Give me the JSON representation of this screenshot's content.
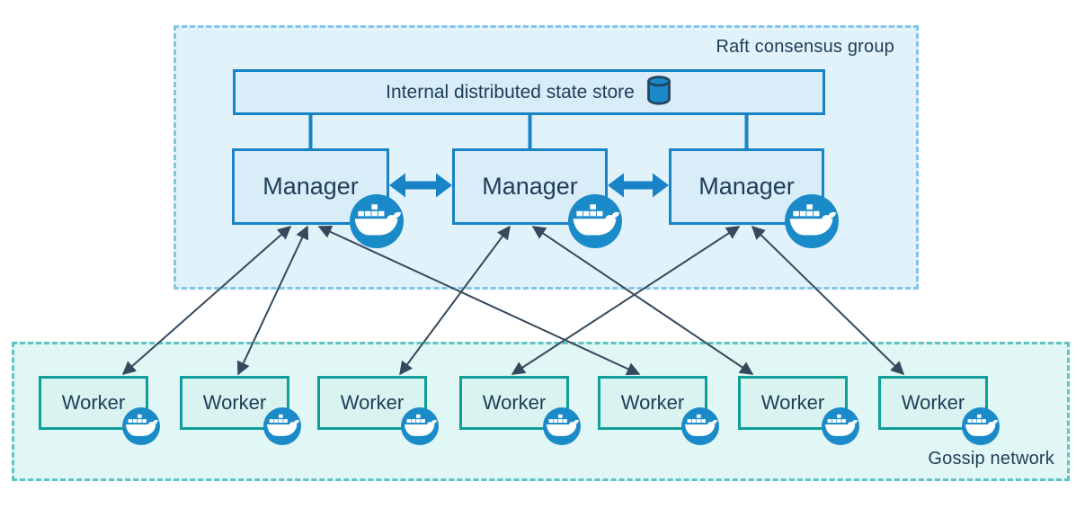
{
  "raft_group": {
    "label": "Raft consensus group"
  },
  "gossip_network": {
    "label": "Gossip network"
  },
  "state_store": {
    "label": "Internal distributed state store",
    "icon": "database-cylinder-icon"
  },
  "managers": [
    {
      "label": "Manager",
      "badge_icon": "docker-whale-icon"
    },
    {
      "label": "Manager",
      "badge_icon": "docker-whale-icon"
    },
    {
      "label": "Manager",
      "badge_icon": "docker-whale-icon"
    }
  ],
  "workers": [
    {
      "label": "Worker",
      "badge_icon": "docker-whale-icon"
    },
    {
      "label": "Worker",
      "badge_icon": "docker-whale-icon"
    },
    {
      "label": "Worker",
      "badge_icon": "docker-whale-icon"
    },
    {
      "label": "Worker",
      "badge_icon": "docker-whale-icon"
    },
    {
      "label": "Worker",
      "badge_icon": "docker-whale-icon"
    },
    {
      "label": "Worker",
      "badge_icon": "docker-whale-icon"
    },
    {
      "label": "Worker",
      "badge_icon": "docker-whale-icon"
    }
  ],
  "edges": {
    "state_store_to_managers": [
      0,
      1,
      2
    ],
    "manager_to_manager": [
      [
        0,
        1
      ],
      [
        1,
        2
      ]
    ],
    "manager_to_worker": [
      [
        0,
        0
      ],
      [
        0,
        1
      ],
      [
        0,
        4
      ],
      [
        1,
        2
      ],
      [
        1,
        5
      ],
      [
        2,
        3
      ],
      [
        2,
        6
      ]
    ],
    "bidirectional": true
  },
  "colors": {
    "docker_blue": "#1a8ac9",
    "border_blue": "#1883c6",
    "border_teal": "#0f9e9a",
    "arrow_dark": "#35495c",
    "text": "#1e3d56",
    "raft_fill": "#e1f2fb",
    "raft_dash": "#82c6e9",
    "gossip_fill": "#e1f7f5",
    "gossip_dash": "#5fc4c1",
    "node_blue_fill": "#d9edf9",
    "node_teal_fill": "#d9f3f0",
    "db_icon_outline": "#24455f"
  }
}
